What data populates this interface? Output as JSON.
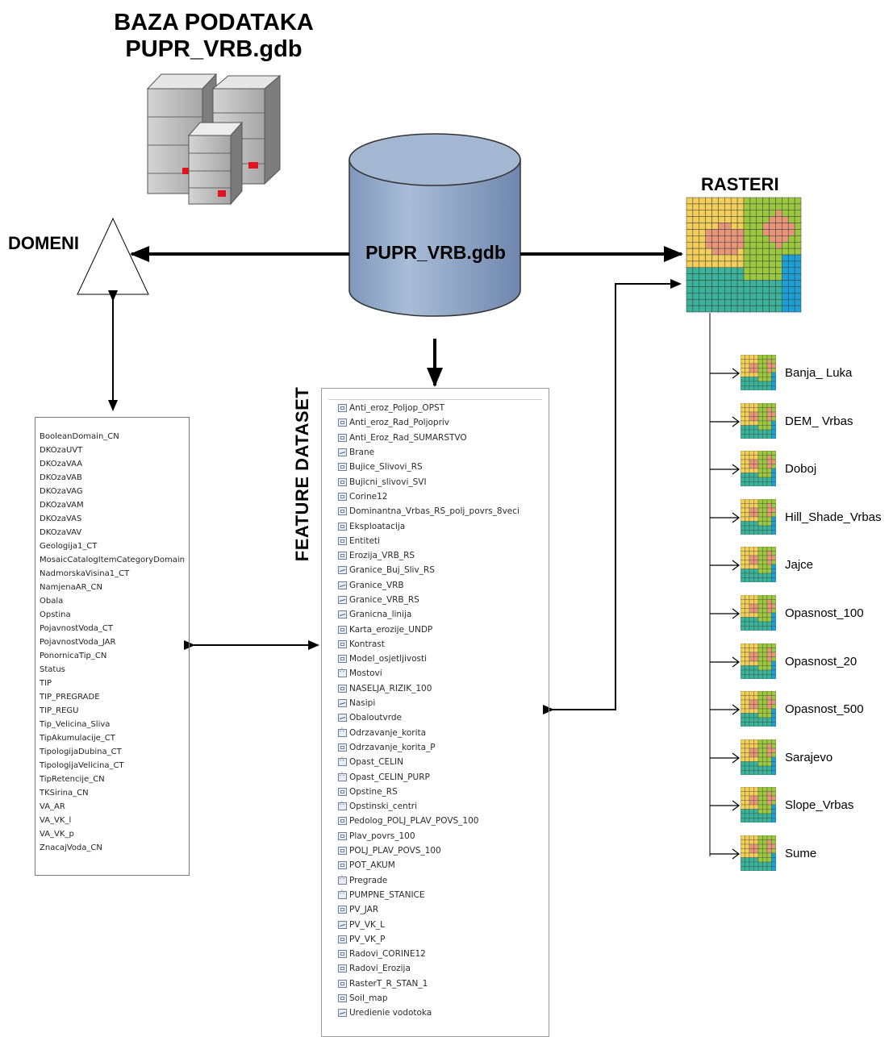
{
  "title": {
    "line1": "BAZA PODATAKA",
    "line2": "PUPR_VRB.gdb"
  },
  "database": {
    "label": "PUPR_VRB.gdb",
    "color": "#93a9c9"
  },
  "domeni": {
    "label": "DOMENI",
    "items": [
      "BooleanDomain_CN",
      "DKOzaUVT",
      "DKOzaVAA",
      "DKOzaVAB",
      "DKOzaVAG",
      "DKOzaVAM",
      "DKOzaVAS",
      "DKOzaVAV",
      "Geologija1_CT",
      "MosaicCatalogItemCategoryDomain",
      "NadmorskaVisina1_CT",
      "NamjenaAR_CN",
      "Obala",
      "Opstina",
      "PojavnostVoda_CT",
      "PojavnostVoda_JAR",
      "PonornicaTip_CN",
      "Status",
      "TIP",
      "TIP_PREGRADE",
      "TIP_REGU",
      "Tip_Velicina_Sliva",
      "TipAkumulacije_CT",
      "TipologijaDubina_CT",
      "TipologijaVelicina_CT",
      "TipRetencije_CN",
      "TKSirina_CN",
      "VA_AR",
      "VA_VK_l",
      "VA_VK_p",
      "ZnacajVoda_CN"
    ]
  },
  "feature_dataset": {
    "label": "FEATURE DATASET",
    "items": [
      {
        "name": "Anti_eroz_Poljop_OPST",
        "icon": "polygon-icon"
      },
      {
        "name": "Anti_eroz_Rad_Poljopriv",
        "icon": "polygon-icon"
      },
      {
        "name": "Anti_Eroz_Rad_SUMARSTVO",
        "icon": "polygon-icon"
      },
      {
        "name": "Brane",
        "icon": "polyline-icon"
      },
      {
        "name": "Bujice_Slivovi_RS",
        "icon": "polygon-icon"
      },
      {
        "name": "Bujicni_slivovi_SVI",
        "icon": "polygon-icon"
      },
      {
        "name": "Corine12",
        "icon": "polygon-icon"
      },
      {
        "name": "Dominantna_Vrbas_RS_polj_povrs_8veci",
        "icon": "polygon-icon"
      },
      {
        "name": "Eksploatacija",
        "icon": "polygon-icon"
      },
      {
        "name": "Entiteti",
        "icon": "polygon-icon"
      },
      {
        "name": "Erozija_VRB_RS",
        "icon": "polygon-icon"
      },
      {
        "name": "Granice_Buj_Sliv_RS",
        "icon": "polyline-icon"
      },
      {
        "name": "Granice_VRB",
        "icon": "polyline-icon"
      },
      {
        "name": "Granice_VRB_RS",
        "icon": "polyline-icon"
      },
      {
        "name": "Granicna_linija",
        "icon": "polyline-icon"
      },
      {
        "name": "Karta_erozije_UNDP",
        "icon": "polygon-icon"
      },
      {
        "name": "Kontrast",
        "icon": "polygon-icon"
      },
      {
        "name": "Model_osjetljivosti",
        "icon": "polygon-icon"
      },
      {
        "name": "Mostovi",
        "icon": "point-icon"
      },
      {
        "name": "NASELJA_RIZIK_100",
        "icon": "polygon-icon"
      },
      {
        "name": "Nasipi",
        "icon": "polyline-icon"
      },
      {
        "name": "Obaloutvrde",
        "icon": "polyline-icon"
      },
      {
        "name": "Odrzavanje_korita",
        "icon": "point-icon"
      },
      {
        "name": "Odrzavanje_korita_P",
        "icon": "polygon-icon"
      },
      {
        "name": "Opast_CELIN",
        "icon": "point-icon"
      },
      {
        "name": "Opast_CELIN_PURP",
        "icon": "point-icon"
      },
      {
        "name": "Opstine_RS",
        "icon": "polygon-icon"
      },
      {
        "name": "Opstinski_centri",
        "icon": "point-icon"
      },
      {
        "name": "Pedolog_POLJ_PLAV_POVS_100",
        "icon": "polygon-icon"
      },
      {
        "name": "Plav_povrs_100",
        "icon": "polygon-icon"
      },
      {
        "name": "POLJ_PLAV_POVS_100",
        "icon": "polygon-icon"
      },
      {
        "name": "POT_AKUM",
        "icon": "polygon-icon"
      },
      {
        "name": "Pregrade",
        "icon": "point-icon"
      },
      {
        "name": "PUMPNE_STANICE",
        "icon": "point-icon"
      },
      {
        "name": "PV_JAR",
        "icon": "polygon-icon"
      },
      {
        "name": "PV_VK_L",
        "icon": "polyline-icon"
      },
      {
        "name": "PV_VK_P",
        "icon": "polygon-icon"
      },
      {
        "name": "Radovi_CORINE12",
        "icon": "polygon-icon"
      },
      {
        "name": "Radovi_Erozija",
        "icon": "polygon-icon"
      },
      {
        "name": "RasterT_R_STAN_1",
        "icon": "polygon-icon"
      },
      {
        "name": "Soil_map",
        "icon": "polygon-icon"
      },
      {
        "name": "Uredienie vodotoka",
        "icon": "polyline-icon"
      }
    ]
  },
  "rasteri": {
    "label": "RASTERI",
    "items": [
      "Banja_ Luka",
      "DEM_ Vrbas",
      "Doboj",
      "Hill_Shade_Vrbas",
      "Jajce",
      "Opasnost_100",
      "Opasnost_20",
      "Opasnost_500",
      "Sarajevo",
      "Slope_Vrbas",
      "Sume"
    ]
  },
  "colors": {
    "raster_yellow": "#f2cf5a",
    "raster_orange": "#e9957a",
    "raster_green": "#9cc83f",
    "raster_teal": "#3bb39b",
    "raster_blue": "#1e9fd8",
    "server_gray": "#b5b5b5",
    "server_red": "#e0141e"
  }
}
